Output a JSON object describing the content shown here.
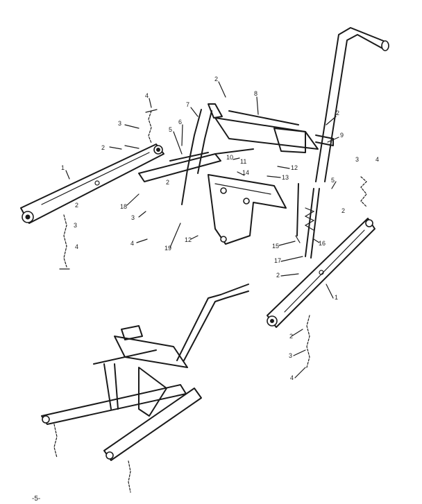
{
  "callouts": [
    "1",
    "2",
    "3",
    "4",
    "5",
    "6",
    "7",
    "8",
    "9",
    "10",
    "11",
    "12",
    "13",
    "14",
    "15",
    "16",
    "17",
    "18",
    "19",
    "2",
    "2",
    "2",
    "2",
    "2",
    "2",
    "3",
    "3",
    "3",
    "4",
    "4",
    "4",
    "4",
    "1",
    "5",
    "12"
  ],
  "page_number": "-5-"
}
